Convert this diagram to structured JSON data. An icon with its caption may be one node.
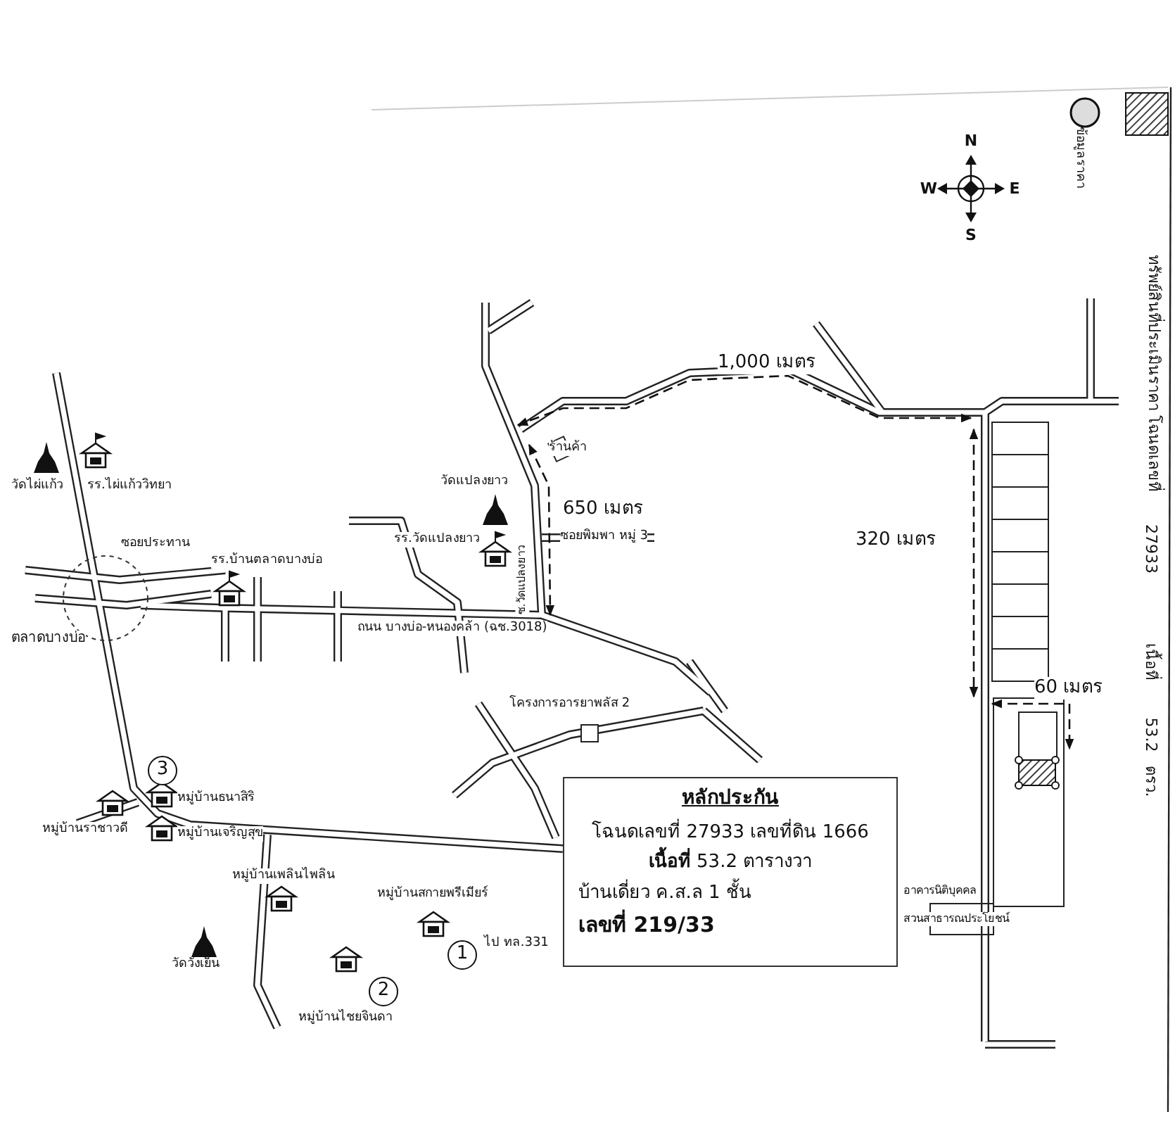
{
  "diagram": {
    "nodes": [
      {
        "text": [
          "3"
        ]
      },
      {
        "text": [
          "หลักประกัน",
          "โฉนดเลขที่ 27933 เลขที่ดิน 1666",
          "**เนื้อที่** 53.2 ตารางวา",
          "บ้านเดี่ยว ค.ส.ล 1 ชั้น",
          "เลขที่ 219/33"
        ]
      },
      {
        "text": [
          "1"
        ]
      },
      {
        "text": [
          "2"
        ]
      }
    ],
    "labels": [
      "ทรัพย์สินที่ประเมินราคา โฉนดเลขที่",
      "ข้อมูลราคา",
      "N",
      "W",
      "E",
      "S",
      "1,000 เมตร",
      "ร้านค้า",
      "วัดไผ่แก้ว",
      "รร.ไผ่แก้ววิทยา",
      "วัดแปลงยาว",
      "650 เมตร",
      "27933",
      "320 เมตร",
      "รร.วัดแปลงยาว",
      "ซอยพิมพา หมู่ 3",
      "ซอยประทาน",
      "รร.บ้านตลาดบางบ่อ",
      "ซ.วัดแปลงยาว",
      "ตลาดบางบ่อ",
      "ถนน บางบ่อ-หนองคล้า (ฉช.3018)",
      "เนื้อที่",
      "60 เมตร",
      "โครงการอารยาพลัส 2",
      "53.2",
      "ตรว.",
      "หมู่บ้านธนาสิริ",
      "หมู่บ้านราชาวดี",
      "หมู่บ้านเจริญสุข",
      "หมู่บ้านเพลินไพลิน",
      "หมู่บ้านสกายพรีเมียร์",
      "อาคารนิติบุคคล",
      "สวนสาธารณประโยชน์",
      "ไป ทล.331",
      "วัดวังเย็น",
      "หมู่บ้านไชยจินดา"
    ]
  }
}
